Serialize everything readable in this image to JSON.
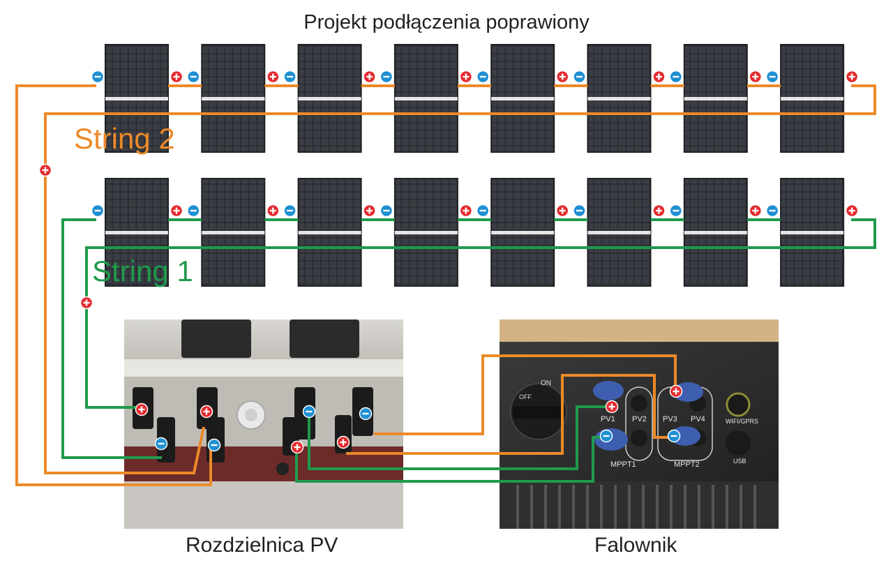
{
  "title": "Projekt podłączenia poprawiony",
  "strings": [
    {
      "label": "String 2",
      "color": "#ec8a2a"
    },
    {
      "label": "String 1",
      "color": "#1f9a4c"
    }
  ],
  "panels_per_string": 8,
  "polarity": {
    "plus": "+",
    "minus": "−",
    "plus_color": "#e42b2f",
    "minus_color": "#1f8fd3"
  },
  "combiner_box": {
    "caption": "Rozdzielnica PV"
  },
  "inverter": {
    "caption": "Falownik",
    "switch_on": "ON",
    "switch_off": "OFF",
    "inputs": [
      "PV1",
      "PV2",
      "PV3",
      "PV4"
    ],
    "mppt": [
      "MPPT1",
      "MPPT2"
    ],
    "ports": [
      "WIFI/GPRS",
      "USB"
    ]
  }
}
